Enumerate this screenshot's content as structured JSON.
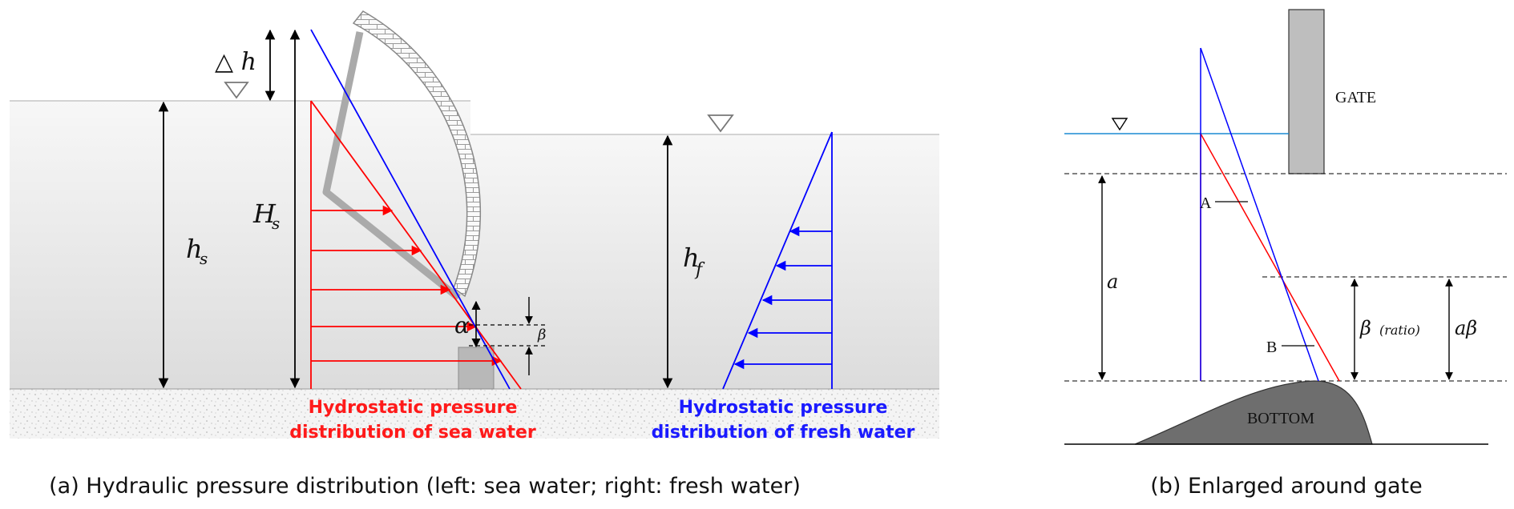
{
  "left_panel": {
    "symbols": {
      "delta_h": "△ h",
      "hs": "h",
      "hs_sub": "s",
      "Hs": "H",
      "Hs_sub": "s",
      "hf": "h",
      "hf_sub": "f",
      "alpha": "α",
      "beta": "β"
    },
    "sea_label": [
      "Hydrostatic pressure",
      "distribution of sea water"
    ],
    "fresh_label": [
      "Hydrostatic pressure",
      "distribution of fresh water"
    ],
    "caption": "(a) Hydraulic pressure distribution (left: sea water; right: fresh water)",
    "colors": {
      "sea": "#ff0000",
      "fresh": "#0000ff"
    }
  },
  "right_panel": {
    "gate_label": "GATE",
    "bottom_label": "BOTTOM",
    "point_a": "A",
    "point_b": "B",
    "a_symbol": "a",
    "beta_symbol": "β",
    "ratio_note": "(ratio)",
    "abeta_symbol": "aβ",
    "caption": "(b) Enlarged around gate"
  }
}
